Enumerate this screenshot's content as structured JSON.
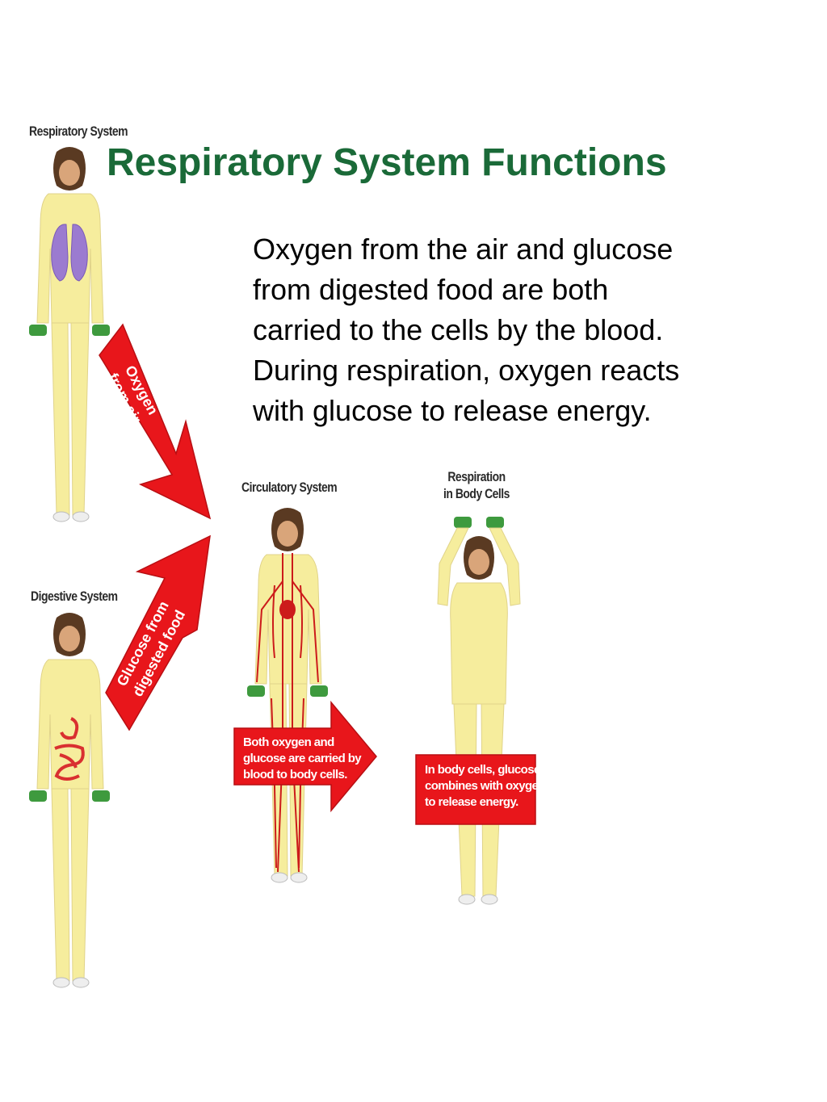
{
  "title": "Respiratory System Functions",
  "body_lines": [
    "Oxygen from the air and glucose",
    "from digested food are both",
    "carried to the cells by the blood.",
    "During respiration, oxygen reacts",
    "with glucose to release energy."
  ],
  "figures": {
    "respiratory": {
      "label": "Respiratory System"
    },
    "digestive": {
      "label": "Digestive System"
    },
    "circulatory": {
      "label": "Circulatory System"
    },
    "cells": {
      "label_line1": "Respiration",
      "label_line2": "in Body Cells"
    }
  },
  "arrows": {
    "oxygen": {
      "line1": "Oxygen",
      "line2": "from air"
    },
    "glucose": {
      "line1": "Glucose from",
      "line2": "digested food"
    }
  },
  "callouts": {
    "blood": {
      "line1": "Both oxygen and",
      "line2": "glucose are carried by",
      "line3": "blood to body cells."
    },
    "cells": {
      "line1": "In body cells, glucose",
      "line2": "combines with oxygen",
      "line3": "to release energy."
    }
  },
  "colors": {
    "title": "#1a6a38",
    "arrow": "#e8161b",
    "suit": "#f6ed9d",
    "lungs": "#9b7bd0",
    "vessels": "#cc1b1b",
    "dumbbell": "#3e9a3e"
  }
}
